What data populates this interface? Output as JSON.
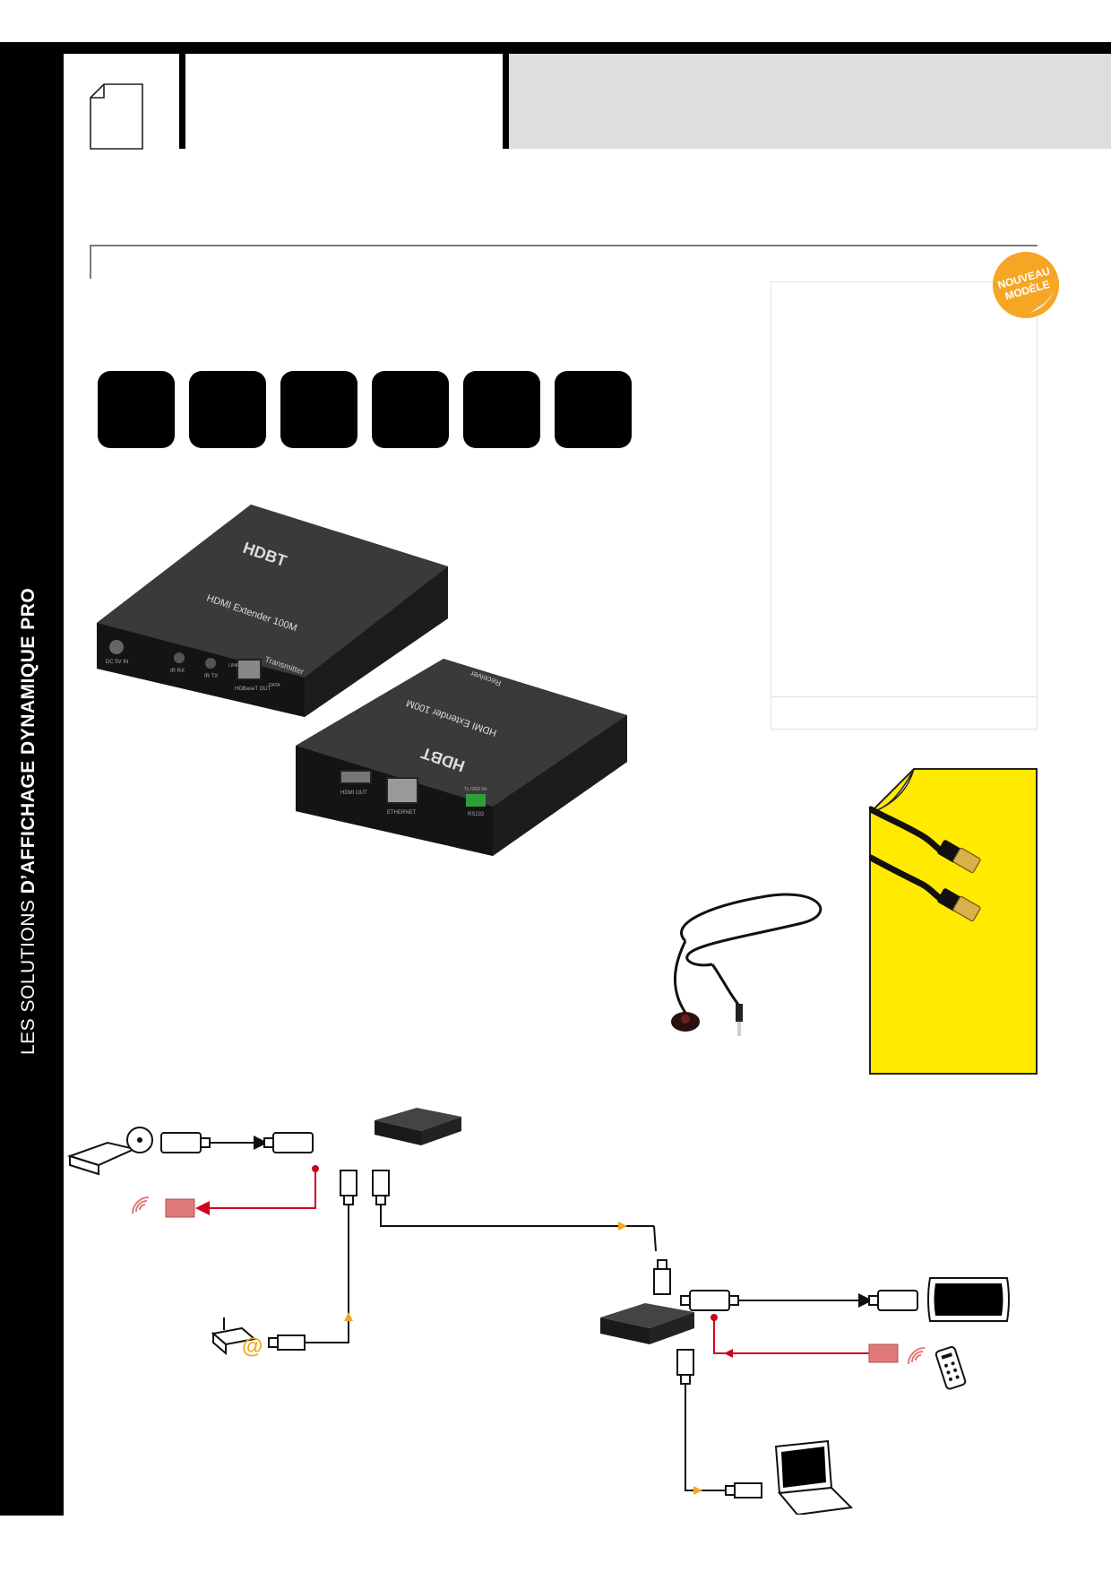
{
  "side_label": {
    "prefix": "LES SOLUTIONS ",
    "emphasis": "D’AFFICHAGE DYNAMIQUE PRO"
  },
  "badge": {
    "line1": "NOUVEAU",
    "line2": "MODÈLE",
    "color": "#f5a623"
  },
  "feature_tiles": [
    {},
    {},
    {},
    {},
    {},
    {}
  ],
  "colors": {
    "accent_yellow": "#ffea00",
    "rule_grey": "#7a7a7a",
    "diagram_red": "#d0021b",
    "diagram_orange": "#f5a623",
    "header_grey": "#dedede"
  },
  "devices": {
    "transmitter": {
      "logo": "HDBT",
      "model_text": "HDMI Extender 100M",
      "role": "Transmitter",
      "ports": [
        "DC 5V IN",
        "IR RX",
        "IR TX",
        "HDBaseT OUT",
        "LINK",
        "DATA"
      ]
    },
    "receiver": {
      "logo": "HDBT",
      "model_text": "HDMI Extender 100M",
      "role": "Receiver",
      "ports": [
        "HDMI OUT",
        "ETHERNET",
        "Tx GND Rx",
        "RS232"
      ]
    }
  },
  "icons": {
    "document": "document-icon",
    "at_sign": "@"
  }
}
